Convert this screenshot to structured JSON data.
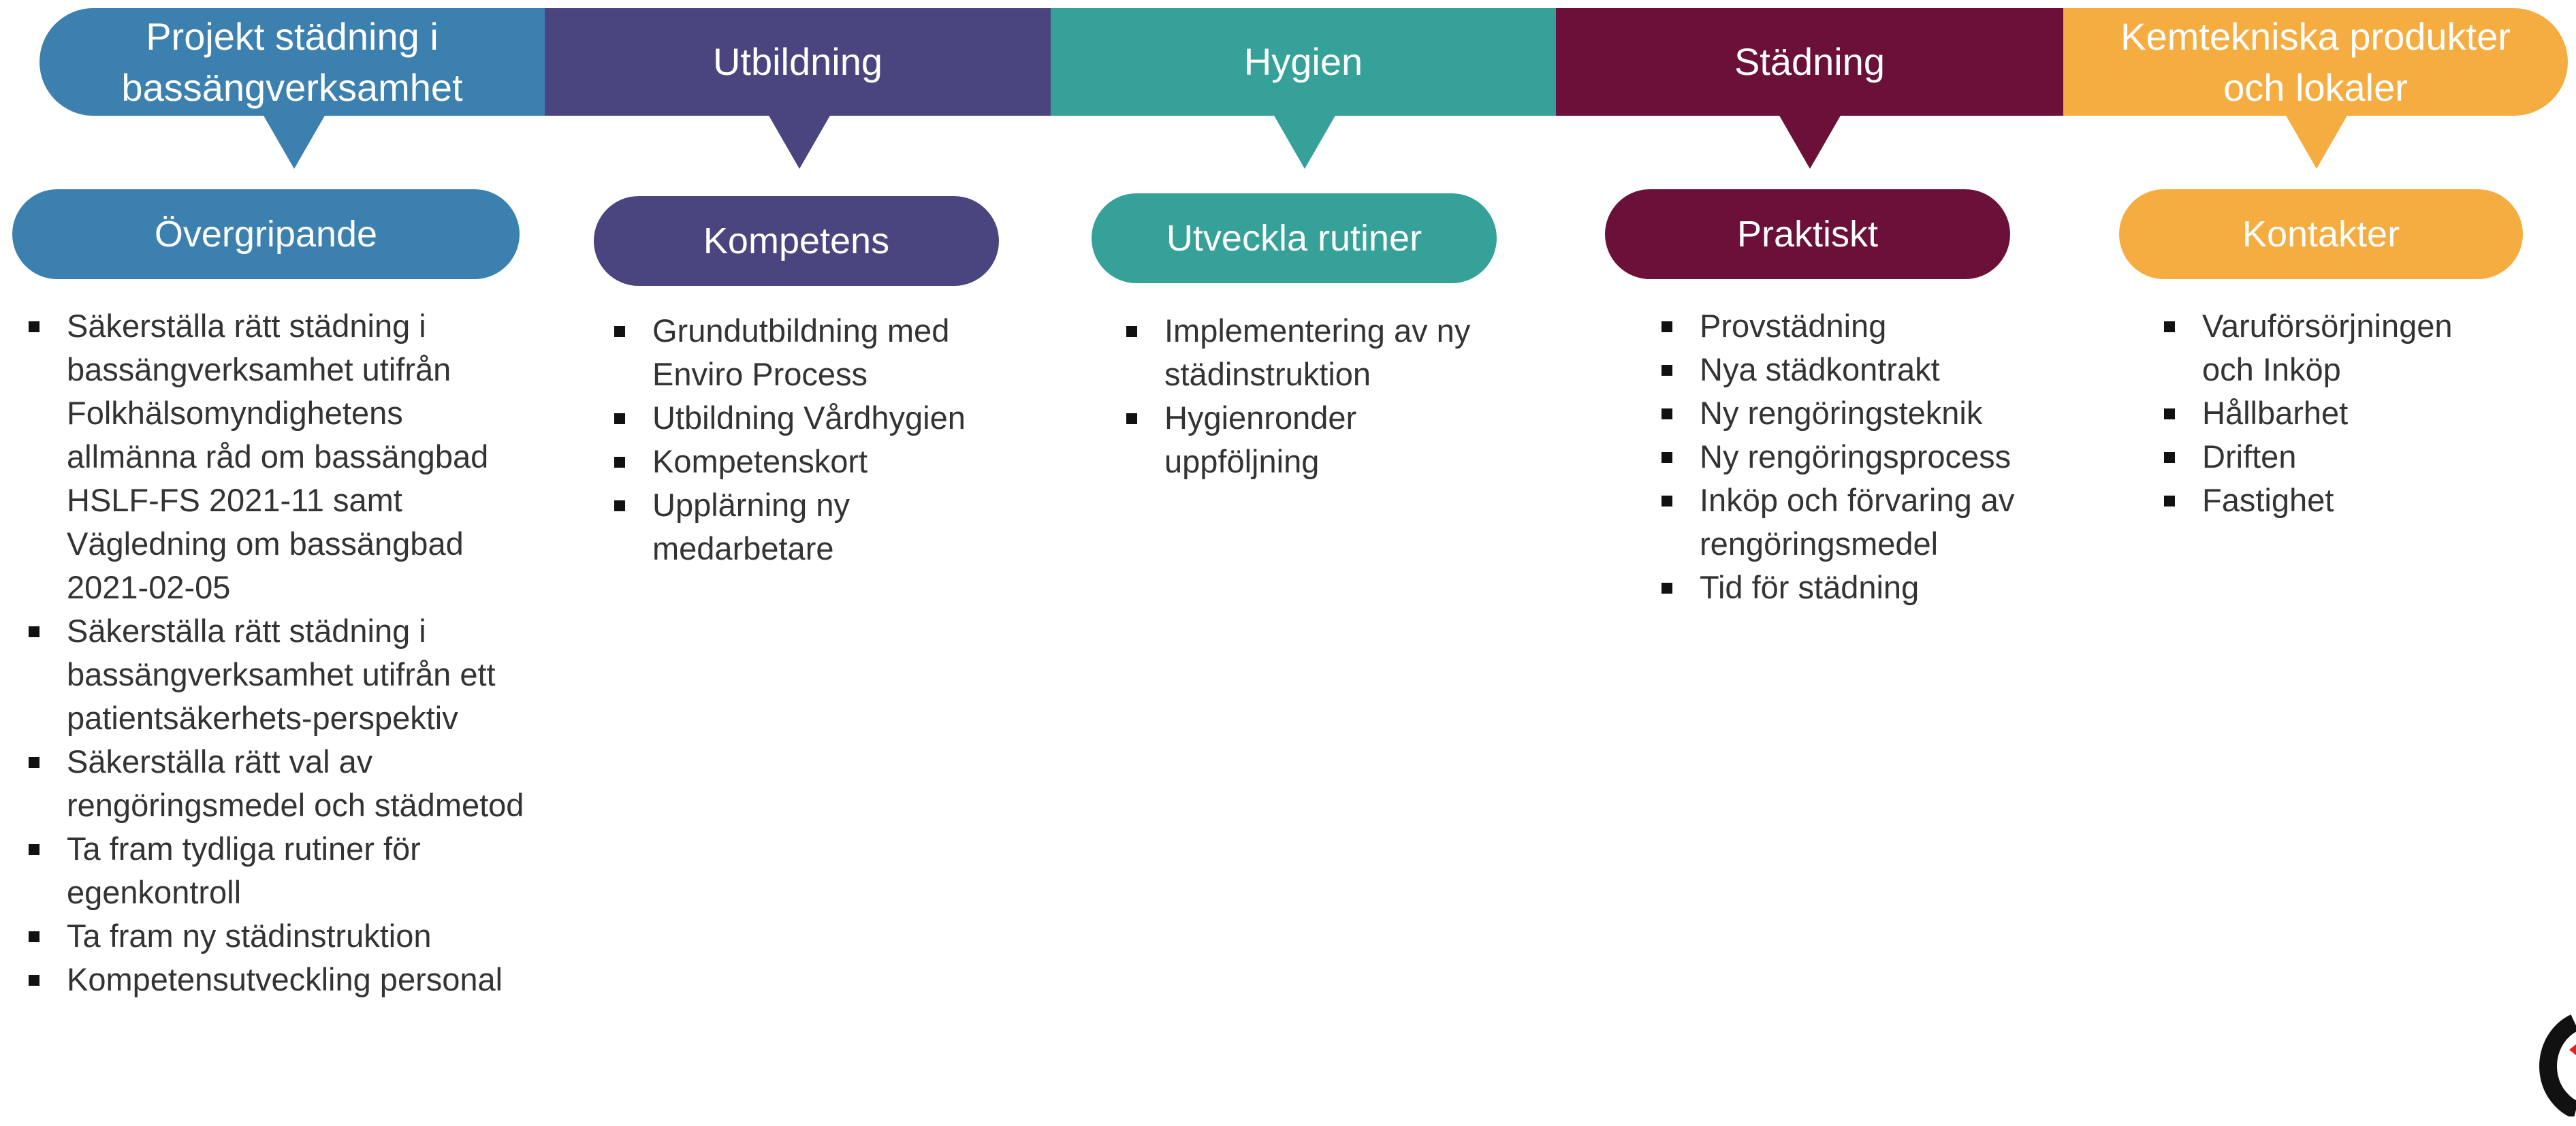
{
  "columns": [
    {
      "banner_line1": "Projekt städning i",
      "banner_line2": "bassängverksamhet",
      "color": "#3B80AE",
      "pill_label": "Övergripande",
      "items": [
        {
          "text": "Säkerställa rätt städning i bassängverksamhet utifrån Folkhälsomyndighetens allmänna råd om bassängbad HSLF-FS 2021-11 samt Vägledning om bassängbad 2021-02-05"
        },
        {
          "text": " Säkerställa rätt städning i bassängverksamhet utifrån ett patientsäkerhets-perspektiv"
        },
        {
          "text": "Säkerställa rätt val av rengöringsmedel och städmetod"
        },
        {
          "text": "Ta fram tydliga rutiner för egenkontroll"
        },
        {
          "text": "Ta fram ny städinstruktion"
        },
        {
          "text": "Kompetensutveckling personal"
        }
      ]
    },
    {
      "banner_line1": "Utbildning",
      "banner_line2": "",
      "color": "#4A457E",
      "pill_label": "Kompetens",
      "items": [
        {
          "text": "Grundutbildning med  Enviro Process"
        },
        {
          "text": "Utbildning Vårdhygien"
        },
        {
          "text": "Kompetenskort"
        },
        {
          "text": "Upplärning ny medarbetare"
        }
      ]
    },
    {
      "banner_line1": "Hygien",
      "banner_line2": "",
      "color": "#35A198",
      "pill_label": "Utveckla rutiner",
      "items": [
        {
          "text": "Implementering av ny städinstruktion"
        },
        {
          "text": "Hygienronder uppföljning"
        }
      ]
    },
    {
      "banner_line1": "Städning",
      "banner_line2": "",
      "color": "#6A1039",
      "pill_label": "Praktiskt",
      "items": [
        {
          "text": "Provstädning"
        },
        {
          "text": "Nya städkontrakt"
        },
        {
          "text": "Ny rengöringsteknik"
        },
        {
          "text": "Ny rengöringsprocess"
        },
        {
          "text": "Inköp och förvaring av rengöringsmedel"
        },
        {
          "text": "Tid för städning"
        }
      ]
    },
    {
      "banner_line1": "Kemtekniska produkter",
      "banner_line2": "och lokaler",
      "color": "#F5AD41",
      "pill_label": "Kontakter",
      "items": [
        {
          "text": "Varuförsörjningen och Inköp"
        },
        {
          "text": "Hållbarhet"
        },
        {
          "text": "Driften"
        },
        {
          "text": "Fastighet"
        }
      ]
    }
  ]
}
